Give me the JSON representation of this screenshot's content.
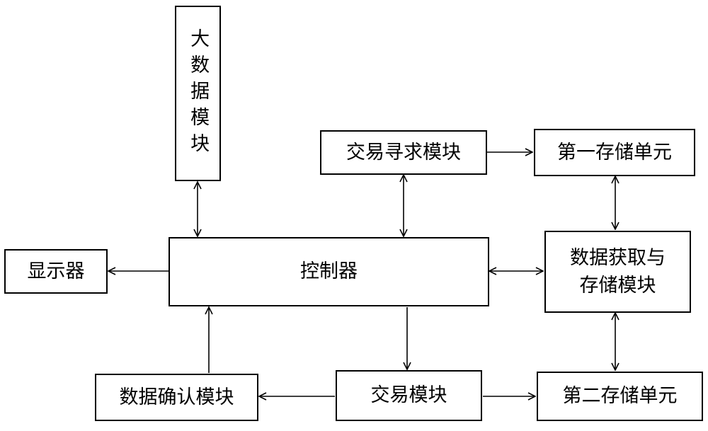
{
  "nodes": {
    "big_data": "大数据模块",
    "trade_seek": "交易寻求模块",
    "storage1": "第一存储单元",
    "display": "显示器",
    "controller": "控制器",
    "data_acquire": "数据获取与\n存储模块",
    "data_confirm": "数据确认模块",
    "trade": "交易模块",
    "storage2": "第二存储单元"
  }
}
